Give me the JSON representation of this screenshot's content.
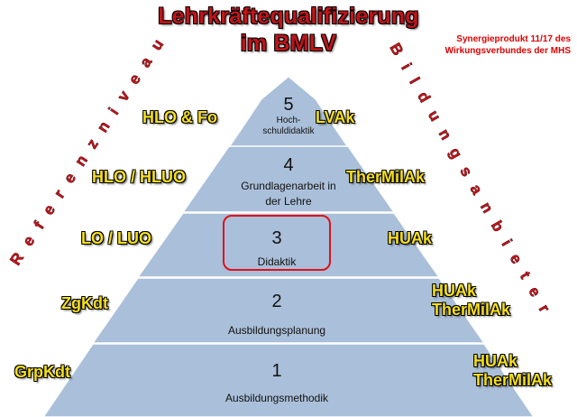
{
  "title": {
    "line1": "Lehrkräftequalifizierung",
    "line2": "im BMLV"
  },
  "note": {
    "line1": "Synergieprodukt 11/17 des",
    "line2": "Wirkungsverbundes der MHS"
  },
  "axis_left": "Referenzniveau",
  "axis_right": "Bildungsanbieter",
  "levels": [
    {
      "number": "5",
      "text": [
        "Hoch-",
        "schuldidaktik"
      ],
      "left": "HLO & Fo",
      "right": [
        "LVAk"
      ]
    },
    {
      "number": "4",
      "text": [
        "Grundlagenarbeit in",
        "der Lehre"
      ],
      "left": "HLO / HLUO",
      "right": [
        "TherMilAk"
      ]
    },
    {
      "number": "3",
      "text": [
        "Didaktik"
      ],
      "left": "LO / LUO",
      "right": [
        "HUAk"
      ],
      "highlighted": true
    },
    {
      "number": "2",
      "text": [
        "Ausbildungsplanung"
      ],
      "left": "ZgKdt",
      "right": [
        "HUAk",
        "TherMilAk"
      ]
    },
    {
      "number": "1",
      "text": [
        "Ausbildungsmethodik"
      ],
      "left": "GrpKdt",
      "right": [
        "HUAk",
        "TherMilAk"
      ]
    }
  ],
  "colors": {
    "title": "#c0141a",
    "side_labels": "#f5df1c",
    "pyramid_fill": "#aabfd9",
    "highlight": "#e0101a"
  }
}
